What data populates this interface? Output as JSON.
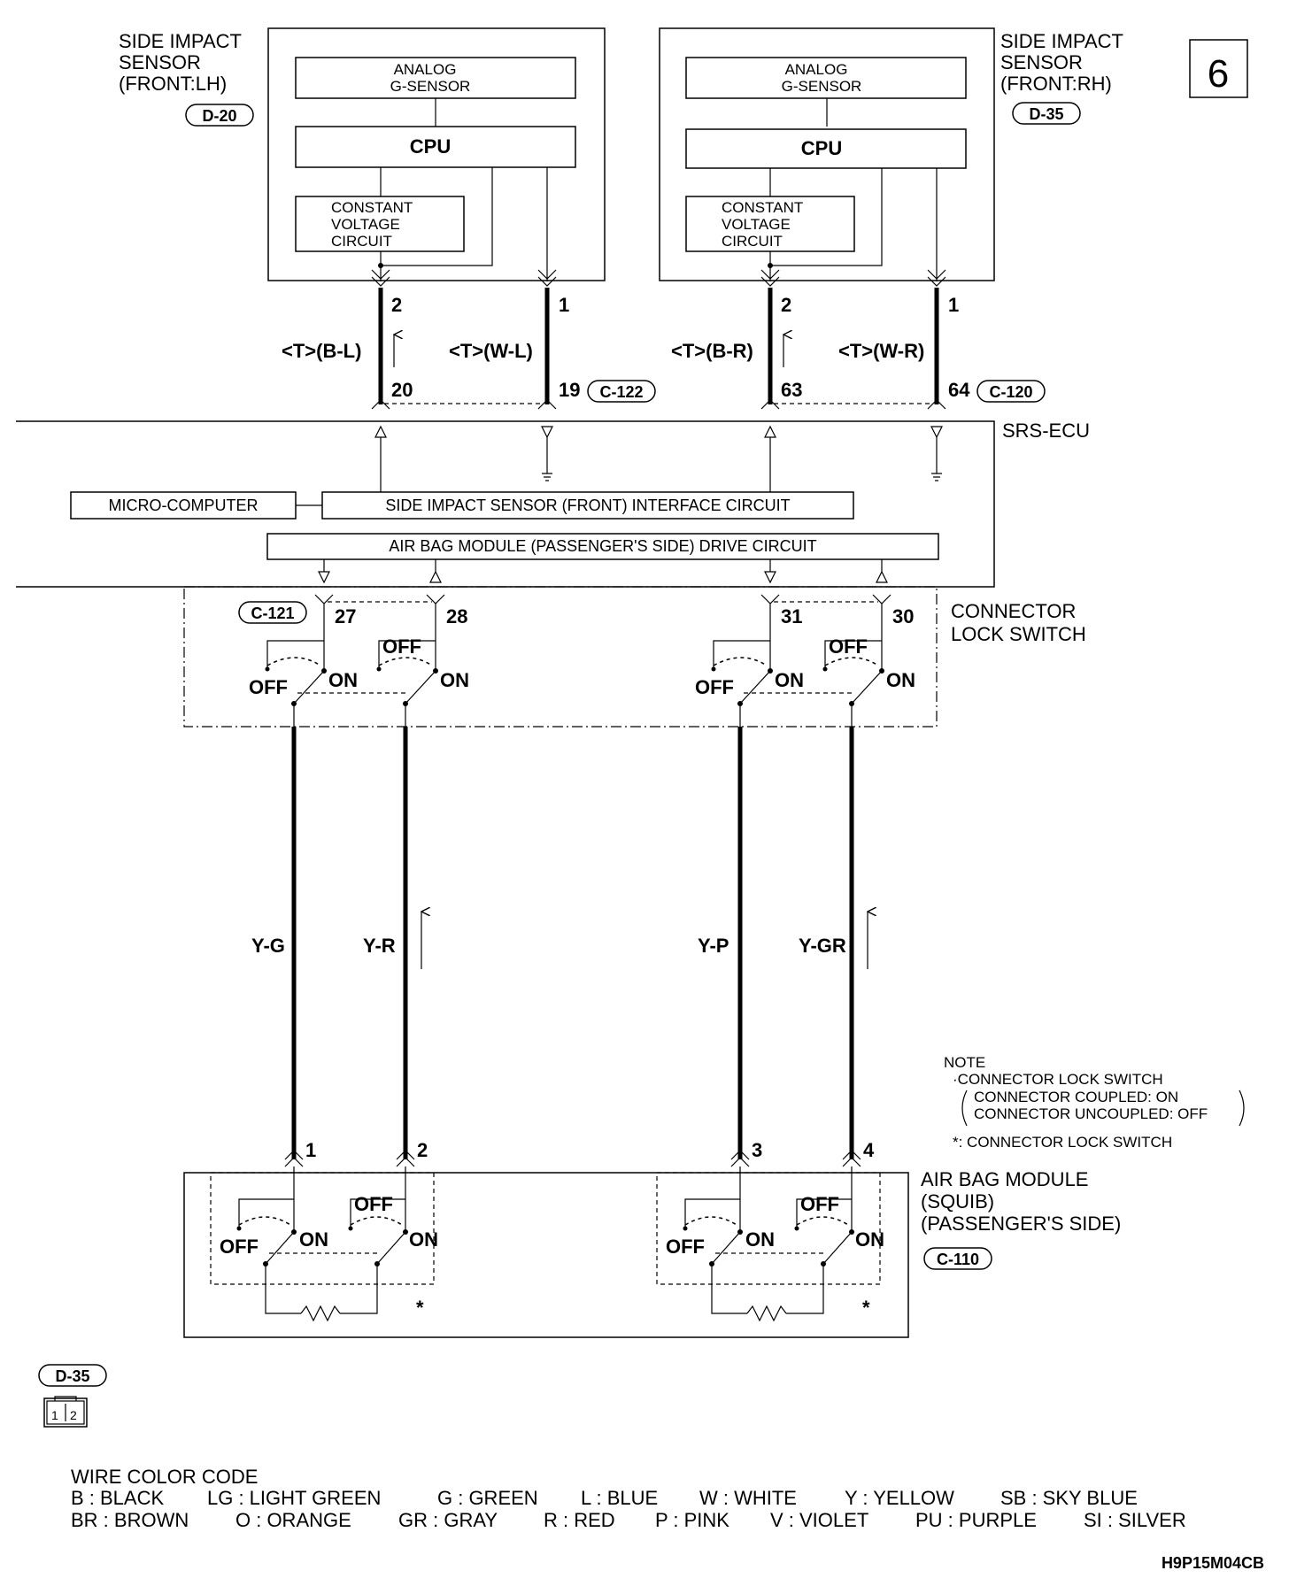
{
  "figure_number": "6",
  "sensor_lh": {
    "title_lines": [
      "SIDE IMPACT",
      "SENSOR",
      "(FRONT:LH)"
    ],
    "connector": "D-20",
    "analog_lines": [
      "ANALOG",
      "G-SENSOR"
    ],
    "cpu": "CPU",
    "cv_lines": [
      "CONSTANT",
      "VOLTAGE",
      "CIRCUIT"
    ],
    "pin_a": "2",
    "pin_b": "1",
    "wire_a": "<T>(B-L)",
    "wire_b": "<T>(W-L)",
    "ecu_pin_a": "20",
    "ecu_pin_b": "19",
    "ecu_connector": "C-122"
  },
  "sensor_rh": {
    "title_lines": [
      "SIDE IMPACT",
      "SENSOR",
      "(FRONT:RH)"
    ],
    "connector": "D-35",
    "analog_lines": [
      "ANALOG",
      "G-SENSOR"
    ],
    "cpu": "CPU",
    "cv_lines": [
      "CONSTANT",
      "VOLTAGE",
      "CIRCUIT"
    ],
    "pin_a": "2",
    "pin_b": "1",
    "wire_a": "<T>(B-R)",
    "wire_b": "<T>(W-R)",
    "ecu_pin_a": "63",
    "ecu_pin_b": "64",
    "ecu_connector": "C-120"
  },
  "ecu": {
    "label": "SRS-ECU",
    "micro": "MICRO-COMPUTER",
    "interface": "SIDE IMPACT SENSOR (FRONT) INTERFACE CIRCUIT",
    "drive": "AIR BAG MODULE (PASSENGER'S SIDE) DRIVE CIRCUIT"
  },
  "lock_switch": {
    "connector": "C-121",
    "pins": [
      "27",
      "28",
      "31",
      "30"
    ],
    "label_lines": [
      "CONNECTOR",
      "LOCK SWITCH"
    ],
    "off": "OFF",
    "on": "ON"
  },
  "wires": [
    "Y-G",
    "Y-R",
    "Y-P",
    "Y-GR"
  ],
  "module": {
    "pins": [
      "1",
      "2",
      "3",
      "4"
    ],
    "label_lines": [
      "AIR BAG MODULE",
      "(SQUIB)",
      "(PASSENGER'S SIDE)"
    ],
    "connector": "C-110",
    "asterisk": "*"
  },
  "note": {
    "title": "NOTE",
    "line1": "·CONNECTOR LOCK SWITCH",
    "line2": "CONNECTOR COUPLED: ON",
    "line3": "CONNECTOR UNCOUPLED: OFF",
    "star": "*: CONNECTOR LOCK SWITCH"
  },
  "bottom_connector": "D-35",
  "connector_pins": [
    "1",
    "2"
  ],
  "color_code": {
    "title": "WIRE COLOR CODE",
    "row1": [
      "B : BLACK",
      "LG : LIGHT GREEN",
      "G : GREEN",
      "L : BLUE",
      "W : WHITE",
      "Y : YELLOW",
      "SB : SKY BLUE"
    ],
    "row2": [
      "BR : BROWN",
      "O : ORANGE",
      "GR : GRAY",
      "R : RED",
      "P : PINK",
      "V : VIOLET",
      "PU : PURPLE",
      "SI : SILVER"
    ]
  },
  "drawing_code": "H9P15M04CB"
}
